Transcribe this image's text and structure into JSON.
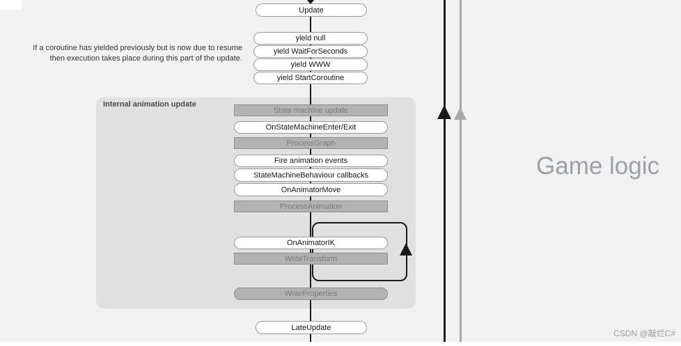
{
  "flow": {
    "update": {
      "label": "Update"
    },
    "yields": [
      {
        "label": "yield null"
      },
      {
        "label": "yield WaitForSeconds"
      },
      {
        "label": "yield WWW"
      },
      {
        "label": "yield StartCoroutine"
      }
    ],
    "animation_panel": {
      "title": "Internal animation update",
      "steps": [
        {
          "label": "State machine update",
          "style": "internal"
        },
        {
          "label": "OnStateMachineEnter/Exit",
          "style": "callback"
        },
        {
          "label": "ProcessGraph",
          "style": "internal"
        },
        {
          "label": "Fire animation events",
          "style": "callback"
        },
        {
          "label": "StateMachineBehaviour callbacks",
          "style": "callback"
        },
        {
          "label": "OnAnimatorMove",
          "style": "callback"
        },
        {
          "label": "ProcessAnimation",
          "style": "internal"
        },
        {
          "label": "OnAnimatorIK",
          "style": "callback"
        },
        {
          "label": "WriteTransform",
          "style": "internal"
        },
        {
          "label": "WriteProperties",
          "style": "internal-rounded"
        }
      ]
    },
    "late_update": {
      "label": "LateUpdate"
    }
  },
  "annotations": {
    "coroutine_note": "If a coroutine has yielded previously but is now due to resume then execution takes place during this part of the update.",
    "section_label": "Game logic",
    "watermark": "CSDN @敲烂C#"
  },
  "colors": {
    "background": "#f1f1f2",
    "panel": "#e0e0e0",
    "internal_box_fill": "#b2b2b2",
    "internal_box_text": "#7b7b7b",
    "callback_box_fill": "#ffffff",
    "flow_line_black": "#1a1a1a",
    "flow_line_gray": "#a8a8a8",
    "section_label_gray": "#9aa0a7"
  }
}
